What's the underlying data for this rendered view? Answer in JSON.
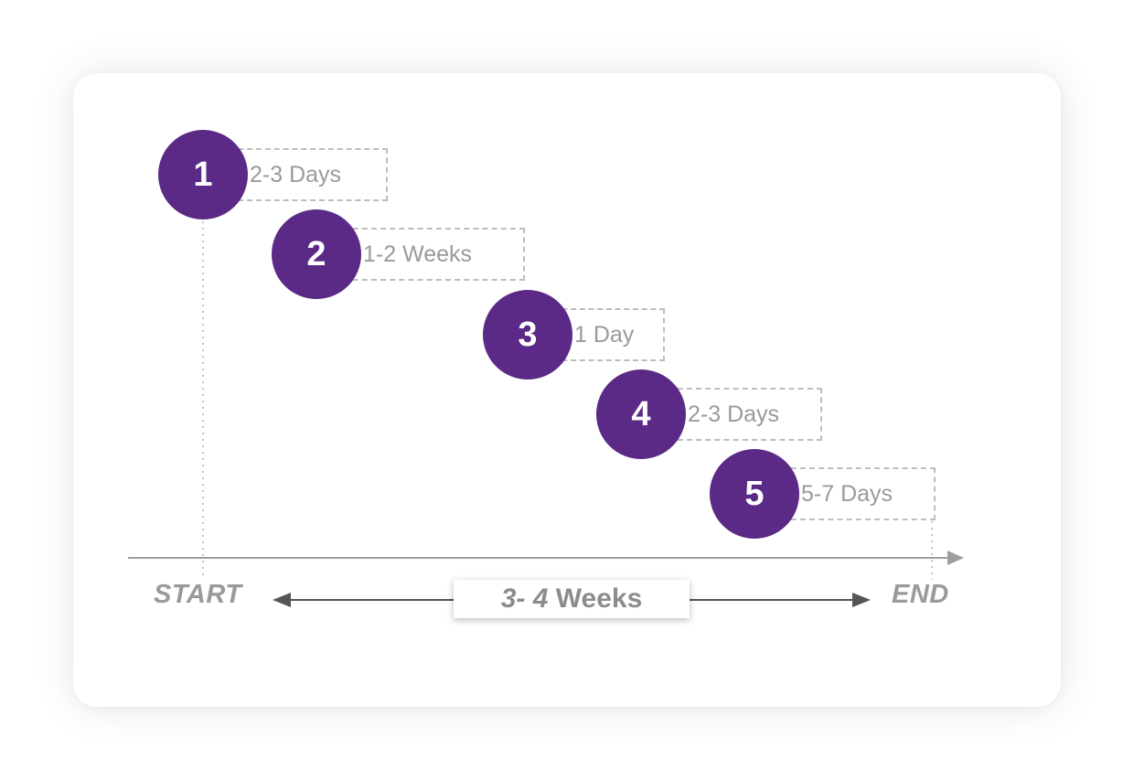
{
  "steps": [
    {
      "number": "1",
      "duration": "2-3 Days"
    },
    {
      "number": "2",
      "duration": "1-2 Weeks"
    },
    {
      "number": "3",
      "duration": "1 Day"
    },
    {
      "number": "4",
      "duration": "2-3 Days"
    },
    {
      "number": "5",
      "duration": "5-7 Days"
    }
  ],
  "timeline": {
    "start_label": "START",
    "end_label": "END",
    "total_duration_value": "3- 4",
    "total_duration_unit": "Weeks"
  },
  "colors": {
    "badge": "#5b2a86",
    "muted_text": "#9a9a9a",
    "dashed_border": "#bdbdbd",
    "axis": "#9e9e9e",
    "arrow": "#555555"
  }
}
